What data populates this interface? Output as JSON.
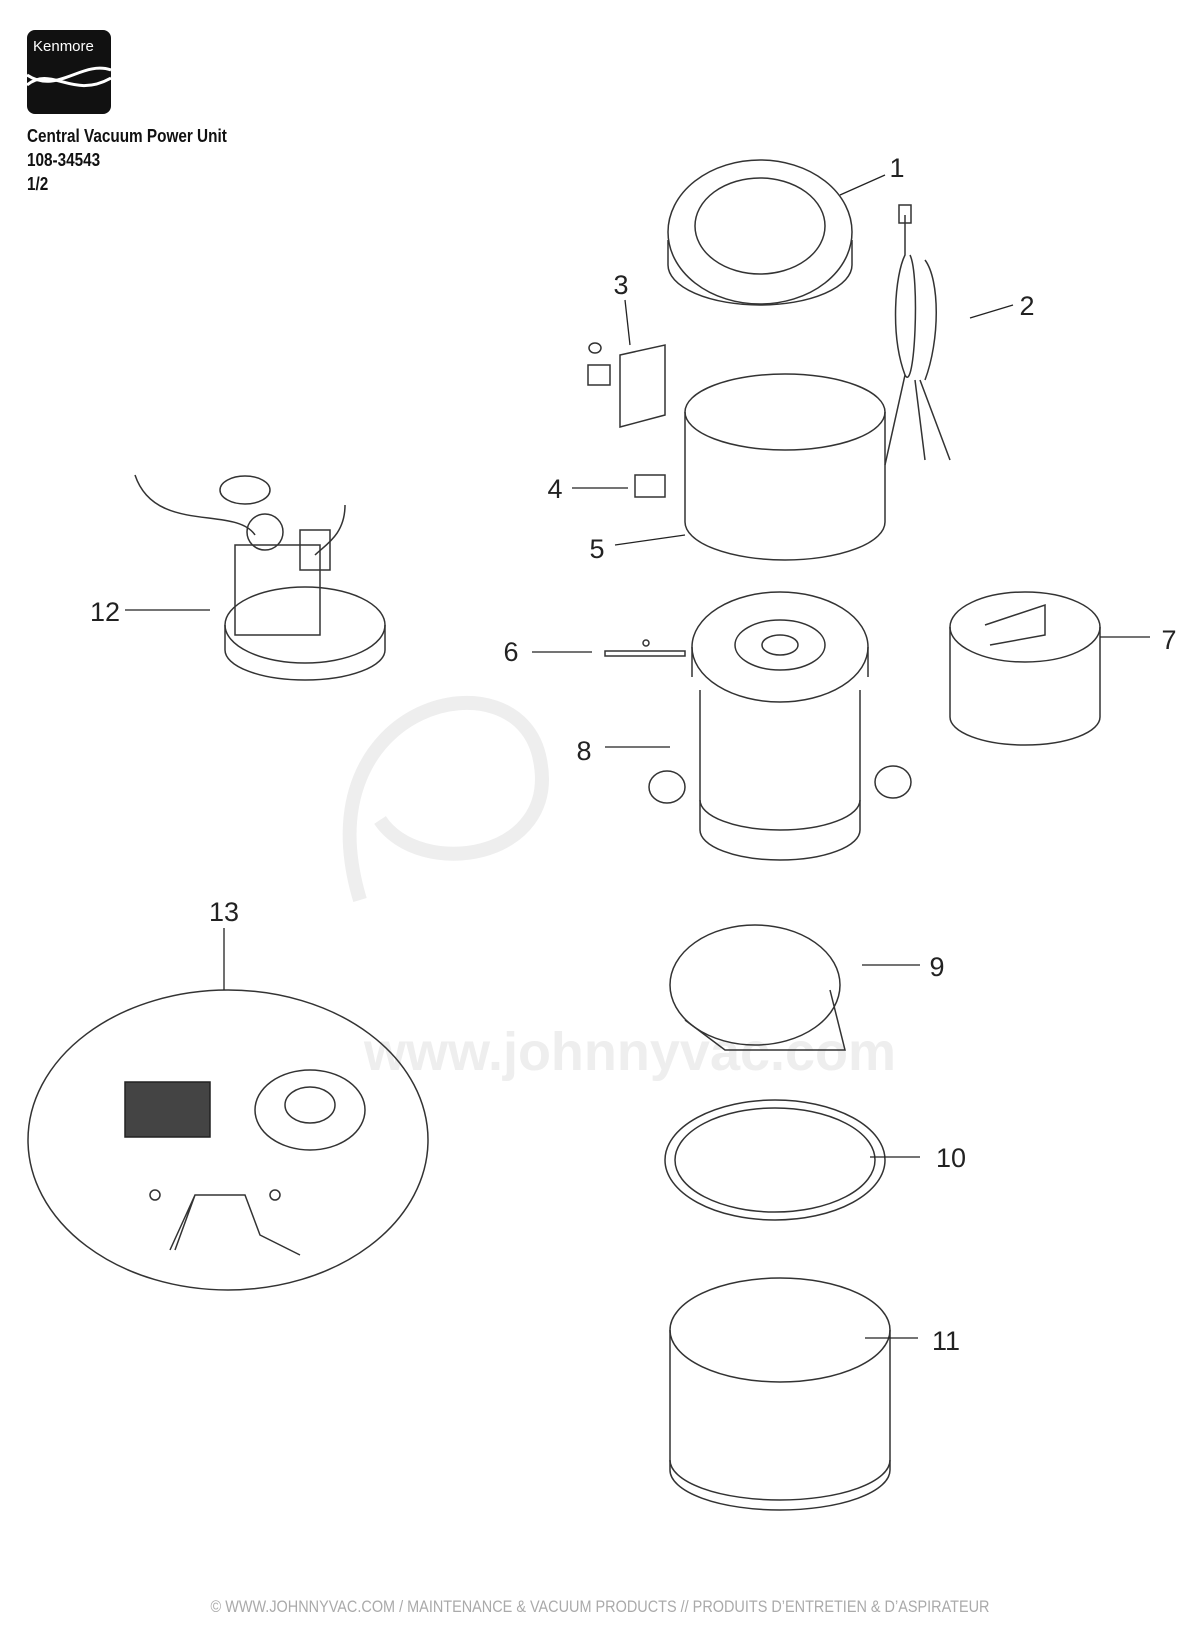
{
  "brand": {
    "logo_text": "Kenmore"
  },
  "header": {
    "title": "Central Vacuum Power Unit",
    "model": "108-34543",
    "page": "1/2"
  },
  "watermark": {
    "url": "www.johnnyvac.com"
  },
  "callouts": [
    "1",
    "2",
    "3",
    "4",
    "5",
    "6",
    "7",
    "8",
    "9",
    "10",
    "11",
    "12",
    "13"
  ],
  "footer": {
    "text": "© WWW.JOHNNYVAC.COM / MAINTENANCE & VACUUM PRODUCTS  //  PRODUITS D’ENTRETIEN & D’ASPIRATEUR"
  }
}
